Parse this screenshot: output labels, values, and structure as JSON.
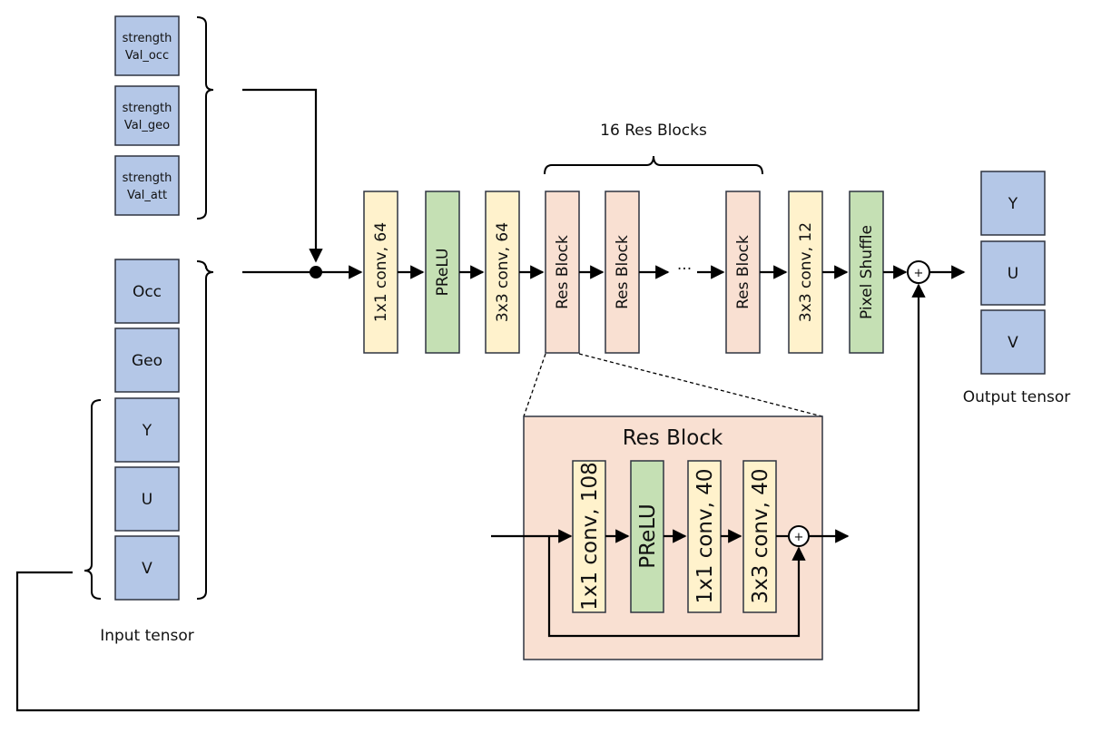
{
  "left_column": {
    "strength_boxes": [
      {
        "line1": "strength",
        "line2": "Val_occ"
      },
      {
        "line1": "strength",
        "line2": "Val_geo"
      },
      {
        "line1": "strength",
        "line2": "Val_att"
      }
    ],
    "input_boxes": [
      "Occ",
      "Geo",
      "Y",
      "U",
      "V"
    ],
    "caption": "Input tensor"
  },
  "main_chain": {
    "top_label": "16 Res Blocks",
    "blocks": [
      "1x1 conv, 64",
      "PReLU",
      "3x3 conv, 64",
      "Res Block",
      "Res Block",
      "Res Block",
      "3x3 conv, 12",
      "Pixel Shuffle"
    ],
    "ellipsis": "···",
    "plus": "+"
  },
  "output": {
    "boxes": [
      "Y",
      "U",
      "V"
    ],
    "caption": "Output tensor"
  },
  "res_block_detail": {
    "title": "Res Block",
    "blocks": [
      "1x1 conv, 108",
      "PReLU",
      "1x1 conv, 40",
      "3x3 conv, 40"
    ],
    "plus": "+"
  },
  "colors": {
    "input_blue": "#b4c7e7",
    "conv_yellow": "#fff2cc",
    "prelu_green": "#c5e0b4",
    "resblock_pink": "#f9e0d2"
  }
}
